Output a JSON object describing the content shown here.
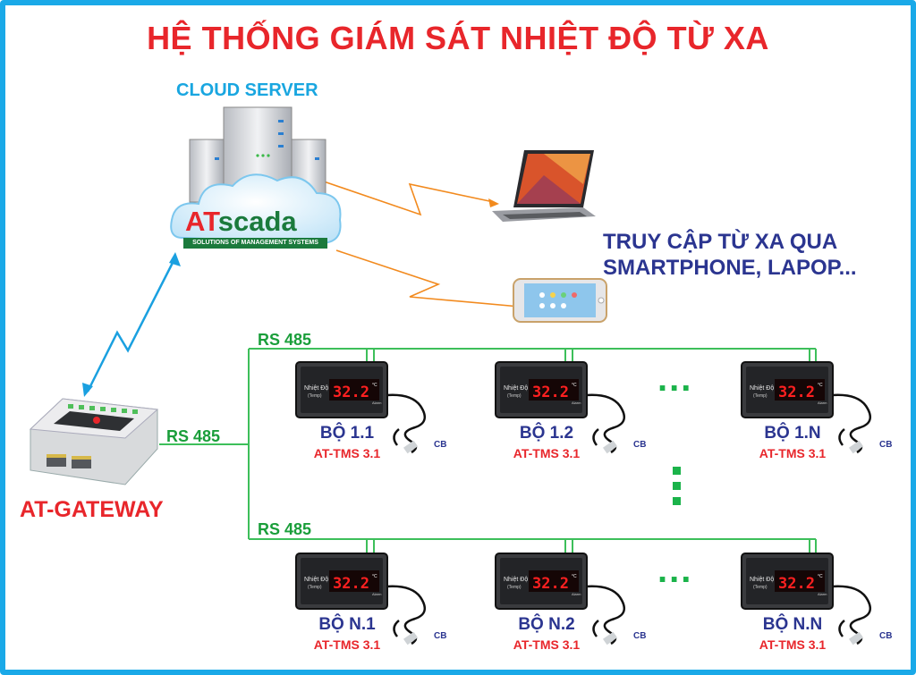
{
  "title": "HỆ THỐNG GIÁM SÁT NHIỆT ĐỘ TỪ XA",
  "cloud_server_label": "CLOUD SERVER",
  "brand": {
    "logo_text_at": "AT",
    "logo_text_scada": "scada",
    "slogan": "SOLUTIONS OF MANAGEMENT SYSTEMS"
  },
  "remote_access": {
    "line1": "TRUY CẬP TỪ XA QUA",
    "line2": "SMARTPHONE, LAPOP..."
  },
  "gateway_label": "AT-GATEWAY",
  "bus_labels": {
    "gateway": "RS 485",
    "row1": "RS 485",
    "row2": "RS 485"
  },
  "meter": {
    "display_value": "32.2",
    "unit": "°C",
    "panel_label": "Nhiệt Độ",
    "panel_sublabel": "(Temp)",
    "alarm_label": "Alarm",
    "sensor_label": "CB"
  },
  "devices_row1": [
    {
      "name": "BỘ 1.1",
      "model": "AT-TMS 3.1"
    },
    {
      "name": "BỘ 1.2",
      "model": "AT-TMS 3.1"
    },
    {
      "name": "BỘ 1.N",
      "model": "AT-TMS 3.1"
    }
  ],
  "devices_row2": [
    {
      "name": "BỘ N.1",
      "model": "AT-TMS 3.1"
    },
    {
      "name": "BỘ N.2",
      "model": "AT-TMS 3.1"
    },
    {
      "name": "BỘ N.N",
      "model": "AT-TMS 3.1"
    }
  ],
  "ellipsis": "...",
  "colors": {
    "title": "#e8262b",
    "accent_blue": "#19a6e0",
    "text_navy": "#2b3590",
    "bus_green": "#1a9e3a",
    "link_orange": "#f28a1e",
    "display_red": "#ff2020"
  }
}
